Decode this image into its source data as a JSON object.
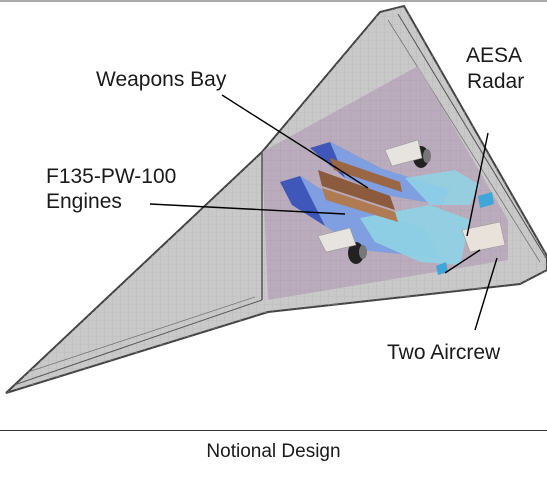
{
  "labels": {
    "weapons_bay": "Weapons Bay",
    "engines_line1": "F135-PW-100",
    "engines_line2": "Engines",
    "radar_line1": "AESA",
    "radar_line2": "Radar",
    "aircrew": "Two Aircrew"
  },
  "caption": "Notional Design",
  "colors": {
    "airframe": "#c9c9c9",
    "airframe_edge": "#444444",
    "bay_interior": "#b7a7ba",
    "engine_blue": "#7f9fe0",
    "engine_dark": "#3e57b8",
    "duct_teal": "#8fd3e6",
    "weapons_brown": "#8c5a3c",
    "leader_line": "#000000"
  }
}
